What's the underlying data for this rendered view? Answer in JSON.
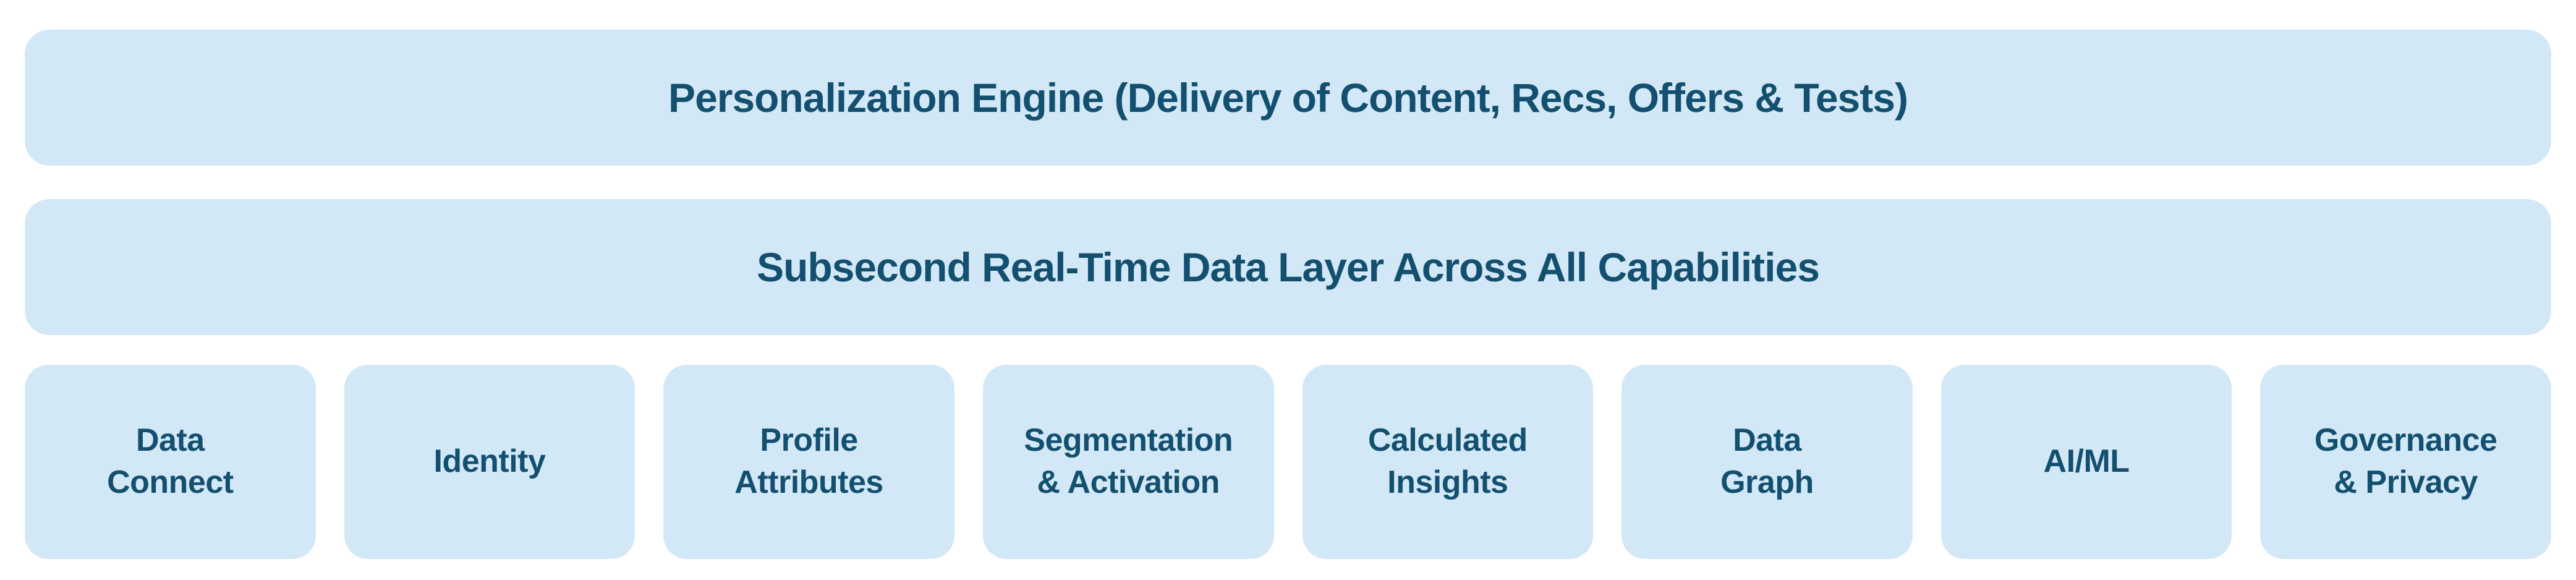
{
  "colors": {
    "background": "#ffffff",
    "box_fill": "#d3e8f7",
    "text": "#13506f"
  },
  "layers": {
    "personalization_engine": {
      "label": "Personalization Engine (Delivery of Content, Recs, Offers & Tests)"
    },
    "realtime_data_layer": {
      "label": "Subsecond Real-Time Data Layer Across All Capabilities"
    }
  },
  "capabilities": [
    {
      "id": "data-connect",
      "label": "Data\nConnect"
    },
    {
      "id": "identity",
      "label": "Identity"
    },
    {
      "id": "profile-attributes",
      "label": "Profile\nAttributes"
    },
    {
      "id": "segmentation-activation",
      "label": "Segmentation\n& Activation"
    },
    {
      "id": "calculated-insights",
      "label": "Calculated\nInsights"
    },
    {
      "id": "data-graph",
      "label": "Data\nGraph"
    },
    {
      "id": "ai-ml",
      "label": "AI/ML"
    },
    {
      "id": "governance-privacy",
      "label": "Governance\n& Privacy"
    }
  ]
}
